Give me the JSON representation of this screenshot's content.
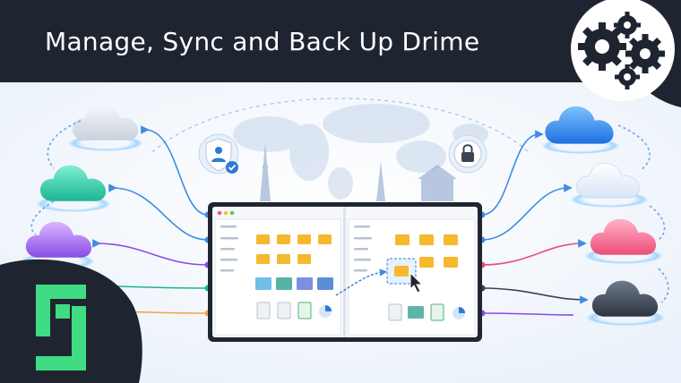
{
  "banner": {
    "title": "Manage, Sync and Back Up Drime"
  },
  "colors": {
    "banner_bg": "#1e2530",
    "panel_bg": "#f3f7fc",
    "logo_green": "#3fdc83",
    "accent_blue": "#2f7ad6"
  },
  "icons": {
    "top_right": "gears-icon",
    "bottom_left": "app-logo-icon",
    "left_clouds": [
      "cloud-icon-gray",
      "cloud-icon-teal",
      "cloud-icon-purple"
    ],
    "right_clouds": [
      "cloud-icon-blue",
      "cloud-icon-white",
      "cloud-icon-pink",
      "cloud-icon-dark"
    ],
    "badges": [
      "user-shield-icon",
      "lock-shield-icon"
    ]
  }
}
